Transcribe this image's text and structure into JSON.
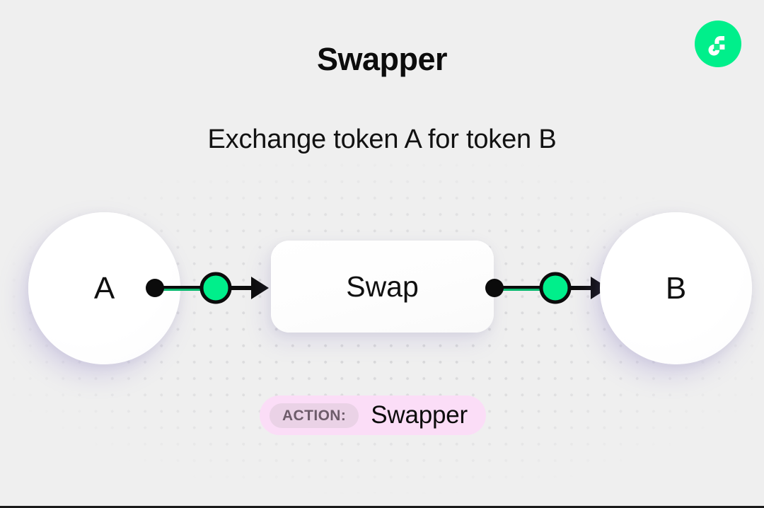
{
  "page": {
    "title": "Swapper",
    "subtitle": "Exchange token A for token B",
    "background_color": "#efefef"
  },
  "brand": {
    "logo_icon": "flow-logo-icon",
    "logo_color": "#00ef8b",
    "logo_mark_color": "#ffffff"
  },
  "diagram": {
    "type": "flow",
    "source_node": {
      "label": "A",
      "shape": "circle"
    },
    "process_node": {
      "label": "Swap",
      "shape": "rounded-rect"
    },
    "target_node": {
      "label": "B",
      "shape": "circle"
    },
    "connectors": [
      {
        "from": "A",
        "to": "Swap",
        "accent_color": "#00ef8b"
      },
      {
        "from": "Swap",
        "to": "B",
        "accent_color": "#00ef8b"
      }
    ]
  },
  "action_badge": {
    "kicker": "ACTION:",
    "value": "Swapper",
    "background_color": "#fbddf7",
    "kicker_background_color": "#ead2e6"
  }
}
